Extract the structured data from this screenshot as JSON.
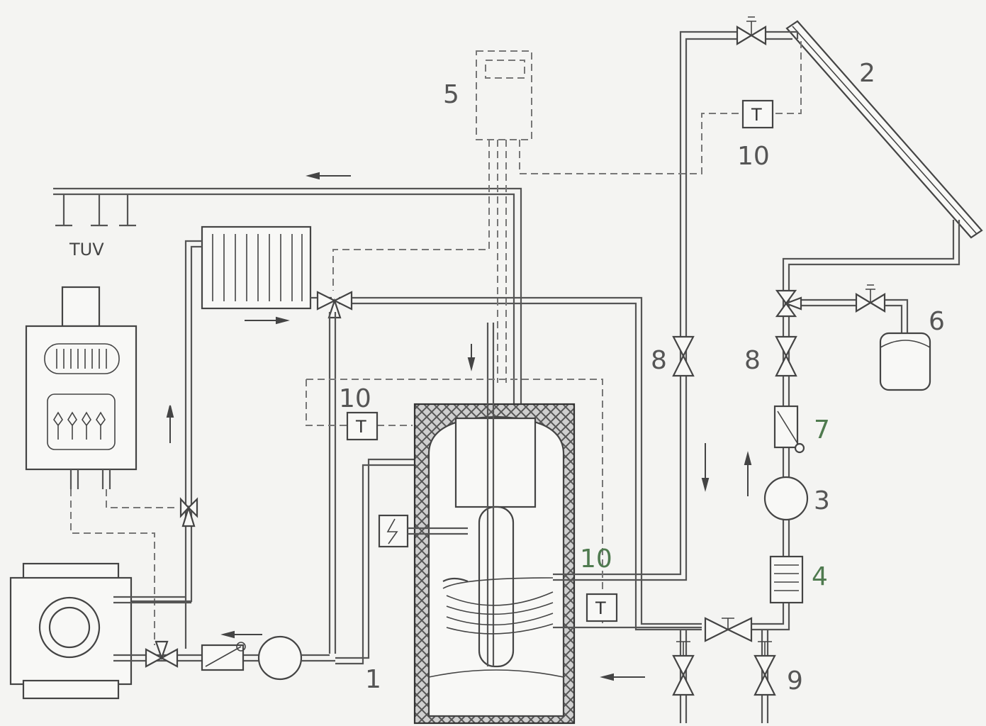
{
  "labels": {
    "tuv": "TUV",
    "n1": "1",
    "n2": "2",
    "n3": "3",
    "n4": "4",
    "n5": "5",
    "n6": "6",
    "n7": "7",
    "n8_left": "8",
    "n8_right": "8",
    "n9": "9",
    "n10_top": "10",
    "n10_mid": "10",
    "n10_bottom": "10",
    "t_top": "T",
    "t_mid": "T",
    "t_bottom": "T"
  },
  "colors": {
    "pipe": "#555555",
    "control_line": "#777777",
    "highlight_label": "#4f7a4f"
  }
}
